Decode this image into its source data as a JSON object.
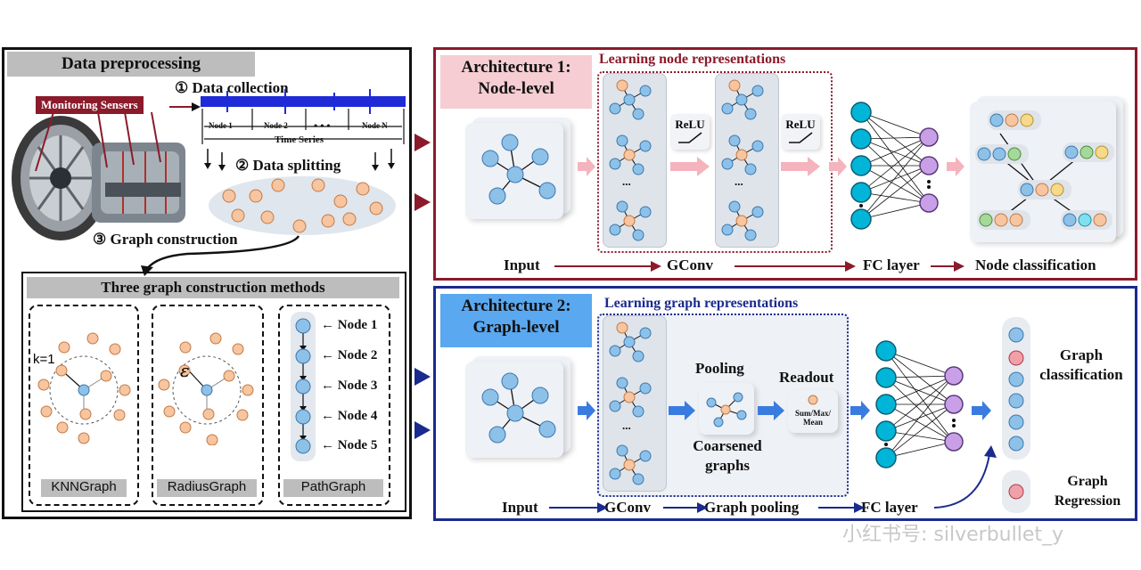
{
  "left_panel": {
    "title": "Data preprocessing",
    "sensor_tag": "Monitoring Sensers",
    "step1": "① Data collection",
    "nodes": [
      "Node 1",
      "Node 2",
      "• • •",
      "Node N"
    ],
    "time_series": "Time Series",
    "step2": "② Data splitting",
    "step3": "③ Graph construction",
    "methods_title": "Three graph construction methods",
    "knn_k": "k=1",
    "radius_symbol": "ε",
    "path_nodes": [
      "Node 1",
      "Node 2",
      "Node 3",
      "Node 4",
      "Node 5"
    ],
    "method_labels": [
      "KNNGraph",
      "RadiusGraph",
      "PathGraph"
    ]
  },
  "arch1": {
    "title_line1": "Architecture 1:",
    "title_line2": "Node-level",
    "subtitle": "Learning node representations",
    "relu1": "ReLU",
    "relu2": "ReLU",
    "ellipsis1": "...",
    "ellipsis2": "...",
    "bottom": [
      "Input",
      "GConv",
      "FC layer",
      "Node classification"
    ]
  },
  "arch2": {
    "title_line1": "Architecture 2:",
    "title_line2": "Graph-level",
    "subtitle": "Learning graph representations",
    "ellipsis": "...",
    "pooling": "Pooling",
    "coarsened": "Coarsened graphs",
    "readout": "Readout",
    "readout_box": "Sum/Max/ Mean",
    "graph_classification": "Graph classification",
    "graph_regression": "Graph Regression",
    "bottom": [
      "Input",
      "GConv",
      "Graph pooling",
      "FC layer"
    ]
  },
  "watermark": "小红书号: silverbullet_y",
  "colors": {
    "arch1_border": "#8b1a2b",
    "arch2_border": "#1a2a8f",
    "node_blue": "#8ec1e8",
    "node_orange": "#f7c59f",
    "fc_cyan": "#00b5d8",
    "fc_purple": "#c9a0e8"
  }
}
